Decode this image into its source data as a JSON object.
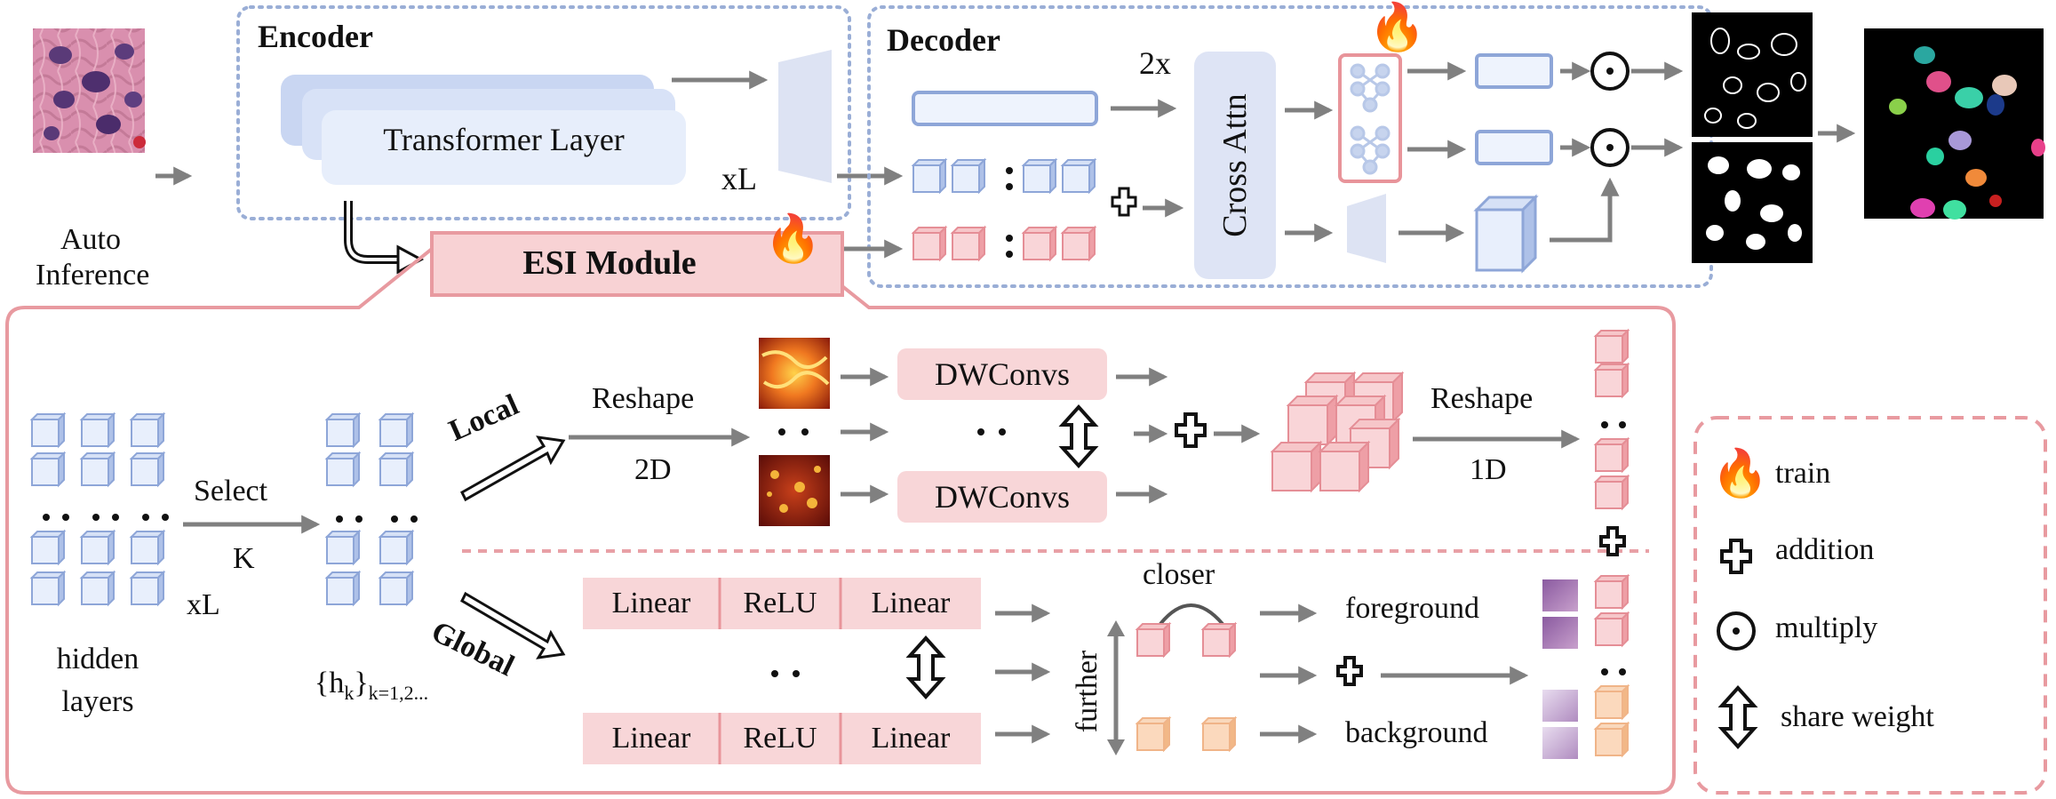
{
  "encoder": {
    "title": "Encoder",
    "transformer_label": "Transformer Layer",
    "repeat_label": "xL"
  },
  "input": {
    "caption_line1": "Auto",
    "caption_line2": "Inference"
  },
  "decoder": {
    "title": "Decoder",
    "repeat_label": "2x",
    "cross_attn_label": "Cross Attn"
  },
  "esi": {
    "title": "ESI Module",
    "local_label": "Local",
    "global_label": "Global",
    "select_label": "Select",
    "k_label": "K",
    "xl_label": "xL",
    "hidden_line1": "hidden",
    "hidden_line2": "layers",
    "hk_main": "{h",
    "hk_sub": "k",
    "hk_close": "}",
    "hk_range": "k=1,2...",
    "reshape_top": "Reshape",
    "reshape_2d": "2D",
    "dwconvs_1": "DWConvs",
    "dwconvs_2": "DWConvs",
    "reshape_right": "Reshape",
    "reshape_1d": "1D",
    "ellipsis": "• •",
    "mlp_row1": [
      "Linear",
      "ReLU",
      "Linear"
    ],
    "mlp_row2": [
      "Linear",
      "ReLU",
      "Linear"
    ],
    "closer_label": "closer",
    "further_label": "further",
    "foreground_label": "foreground",
    "background_label": "background"
  },
  "legend": {
    "items": [
      {
        "icon": "fire-icon",
        "label": "train"
      },
      {
        "icon": "plus-icon",
        "label": "addition"
      },
      {
        "icon": "odot-icon",
        "label": "multiply"
      },
      {
        "icon": "double-arrow-icon",
        "label": "share weight"
      }
    ]
  },
  "colors": {
    "blue_stroke": "#8ea6d8",
    "blue_fill": "#e3ebfa",
    "pink_stroke": "#e8949a",
    "pink_fill": "#f8d4d6",
    "orange_fill": "#f7ccaa",
    "dotted_border": "#9aaed6",
    "esi_border": "#e89aa0",
    "arrow": "#808080",
    "mlp_fill": "#f8d6d8"
  }
}
